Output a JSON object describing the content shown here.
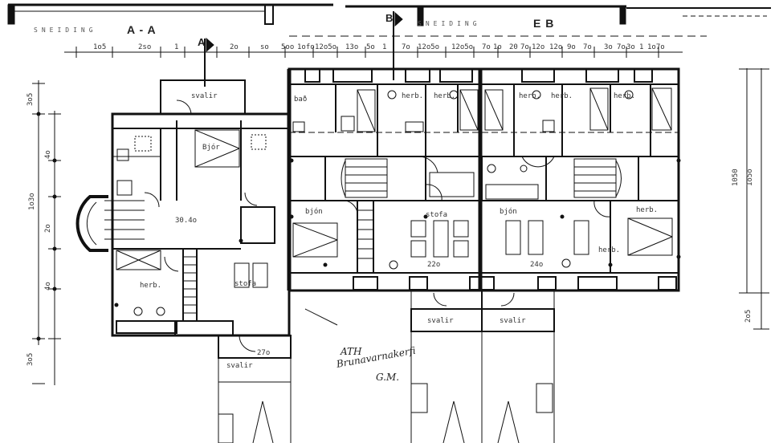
{
  "sections": {
    "a_label": "A - A",
    "a_marker": "A",
    "b_marker": "B",
    "b_label": "E B",
    "spaced_left": "SNEIDING",
    "spaced_right": "SNEIDING"
  },
  "top_dims": [
    "1o5",
    "2so",
    "1",
    "2o",
    "so",
    "5oo",
    "1ofo",
    "12o5o",
    "13o",
    "5o",
    "1",
    "7o",
    "12o5o",
    "12o5o",
    "7o",
    "1o",
    "20",
    "7o",
    "12o",
    "12o",
    "9o",
    "7o",
    "3o",
    "7o",
    "3o",
    "1",
    "1o7o"
  ],
  "left_dims": [
    "3o5",
    "1o3o",
    "4o",
    "2o",
    "4o",
    "3o5"
  ],
  "right_dims": [
    "1050",
    "1o5o",
    "2o5"
  ],
  "rooms": {
    "svalir_top": "svalir",
    "bjor": "Bjór",
    "gang": "30.4o",
    "bad": "bað",
    "herb_upper_1": "herb.",
    "herb_upper_2": "herb.",
    "herb_upper_3": "herb.",
    "herb_upper_4": "herb.",
    "herb_upper_5": "herb.",
    "herb_upper_6": "herb.",
    "bjon_left": "bjón",
    "bjon_mid": "bjón",
    "stofa_left": "stofa",
    "stofa_right": "stofa",
    "herb_lower_left": "herb.",
    "herb_lower_right": "herb.",
    "svalir_bottom_1": "svalir",
    "svalir_bottom_2": "svalir",
    "svalir_bottom_left": "svalir",
    "dim_22o": "22o",
    "dim_24o": "24o",
    "dim_27o": "27o"
  },
  "handwriting": {
    "line1": "ATH",
    "line2": "Brunavarnakerfi",
    "line3": "G.M."
  }
}
